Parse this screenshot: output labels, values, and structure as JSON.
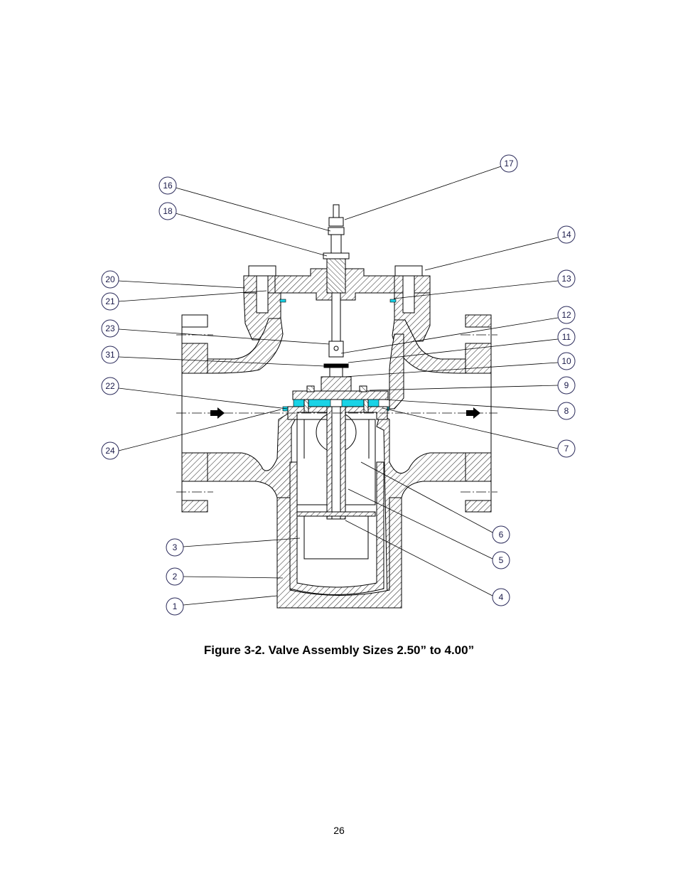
{
  "figure": {
    "caption": "Figure 3-2.  Valve Assembly Sizes 2.50” to 4.00”",
    "callouts": [
      "17",
      "16",
      "18",
      "14",
      "20",
      "21",
      "13",
      "12",
      "23",
      "11",
      "31",
      "10",
      "22",
      "9",
      "8",
      "24",
      "7",
      "6",
      "3",
      "5",
      "2",
      "4",
      "1"
    ]
  },
  "colors": {
    "seal": "#19d3e6",
    "callout_text": "#1a1a4a"
  },
  "page": {
    "number": "26"
  }
}
